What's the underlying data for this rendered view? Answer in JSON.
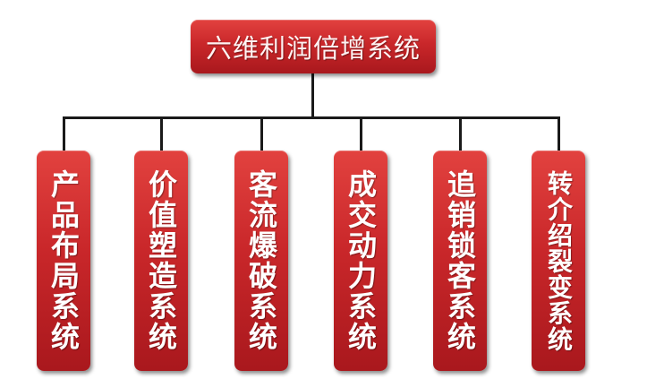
{
  "root": {
    "label": "六维利润倍增系统"
  },
  "children": [
    {
      "label": "产品布局系统"
    },
    {
      "label": "价值塑造系统"
    },
    {
      "label": "客流爆破系统"
    },
    {
      "label": "成交动力系统"
    },
    {
      "label": "追销锁客系统"
    },
    {
      "label": "转介绍裂变系统"
    }
  ]
}
